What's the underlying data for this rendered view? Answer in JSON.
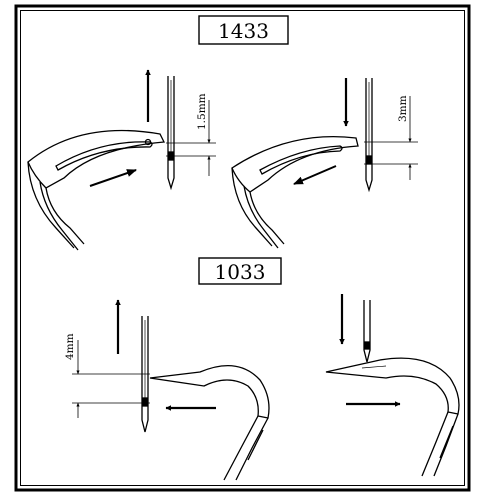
{
  "panels": {
    "top": {
      "label": "1433",
      "left_dimension": "1.5mm",
      "right_dimension": "3mm"
    },
    "bottom": {
      "label": "1033",
      "left_dimension": "4mm"
    }
  },
  "colors": {
    "ink": "#000000",
    "background": "#ffffff"
  }
}
